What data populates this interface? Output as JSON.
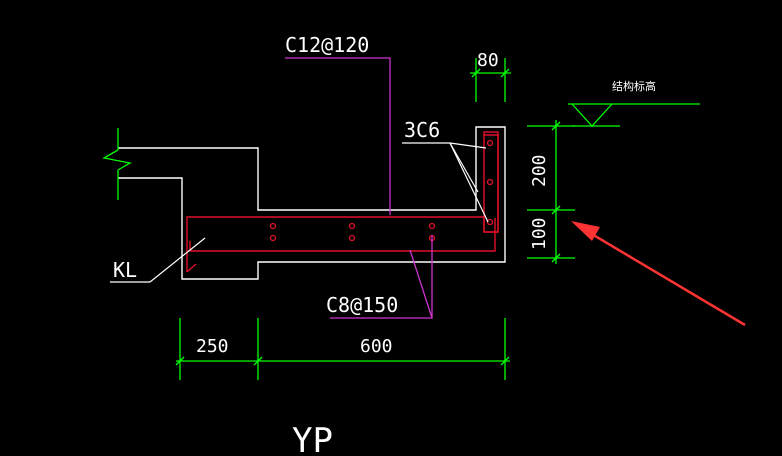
{
  "labels": {
    "top_rebar": "C12@120",
    "width_80": "80",
    "corner_bars": "3C6",
    "beam": "KL",
    "bottom_rebar": "C8@150",
    "dim_250": "250",
    "dim_600": "600",
    "dim_200": "200",
    "dim_100": "100",
    "elevation": "结构标高",
    "title": "YP"
  },
  "colors": {
    "background": "#000000",
    "outline": "#ffffff",
    "rebar": "#e0102a",
    "leader_magenta": "#cc33cc",
    "dimension": "#00ff00",
    "arrow": "#ff3333"
  }
}
